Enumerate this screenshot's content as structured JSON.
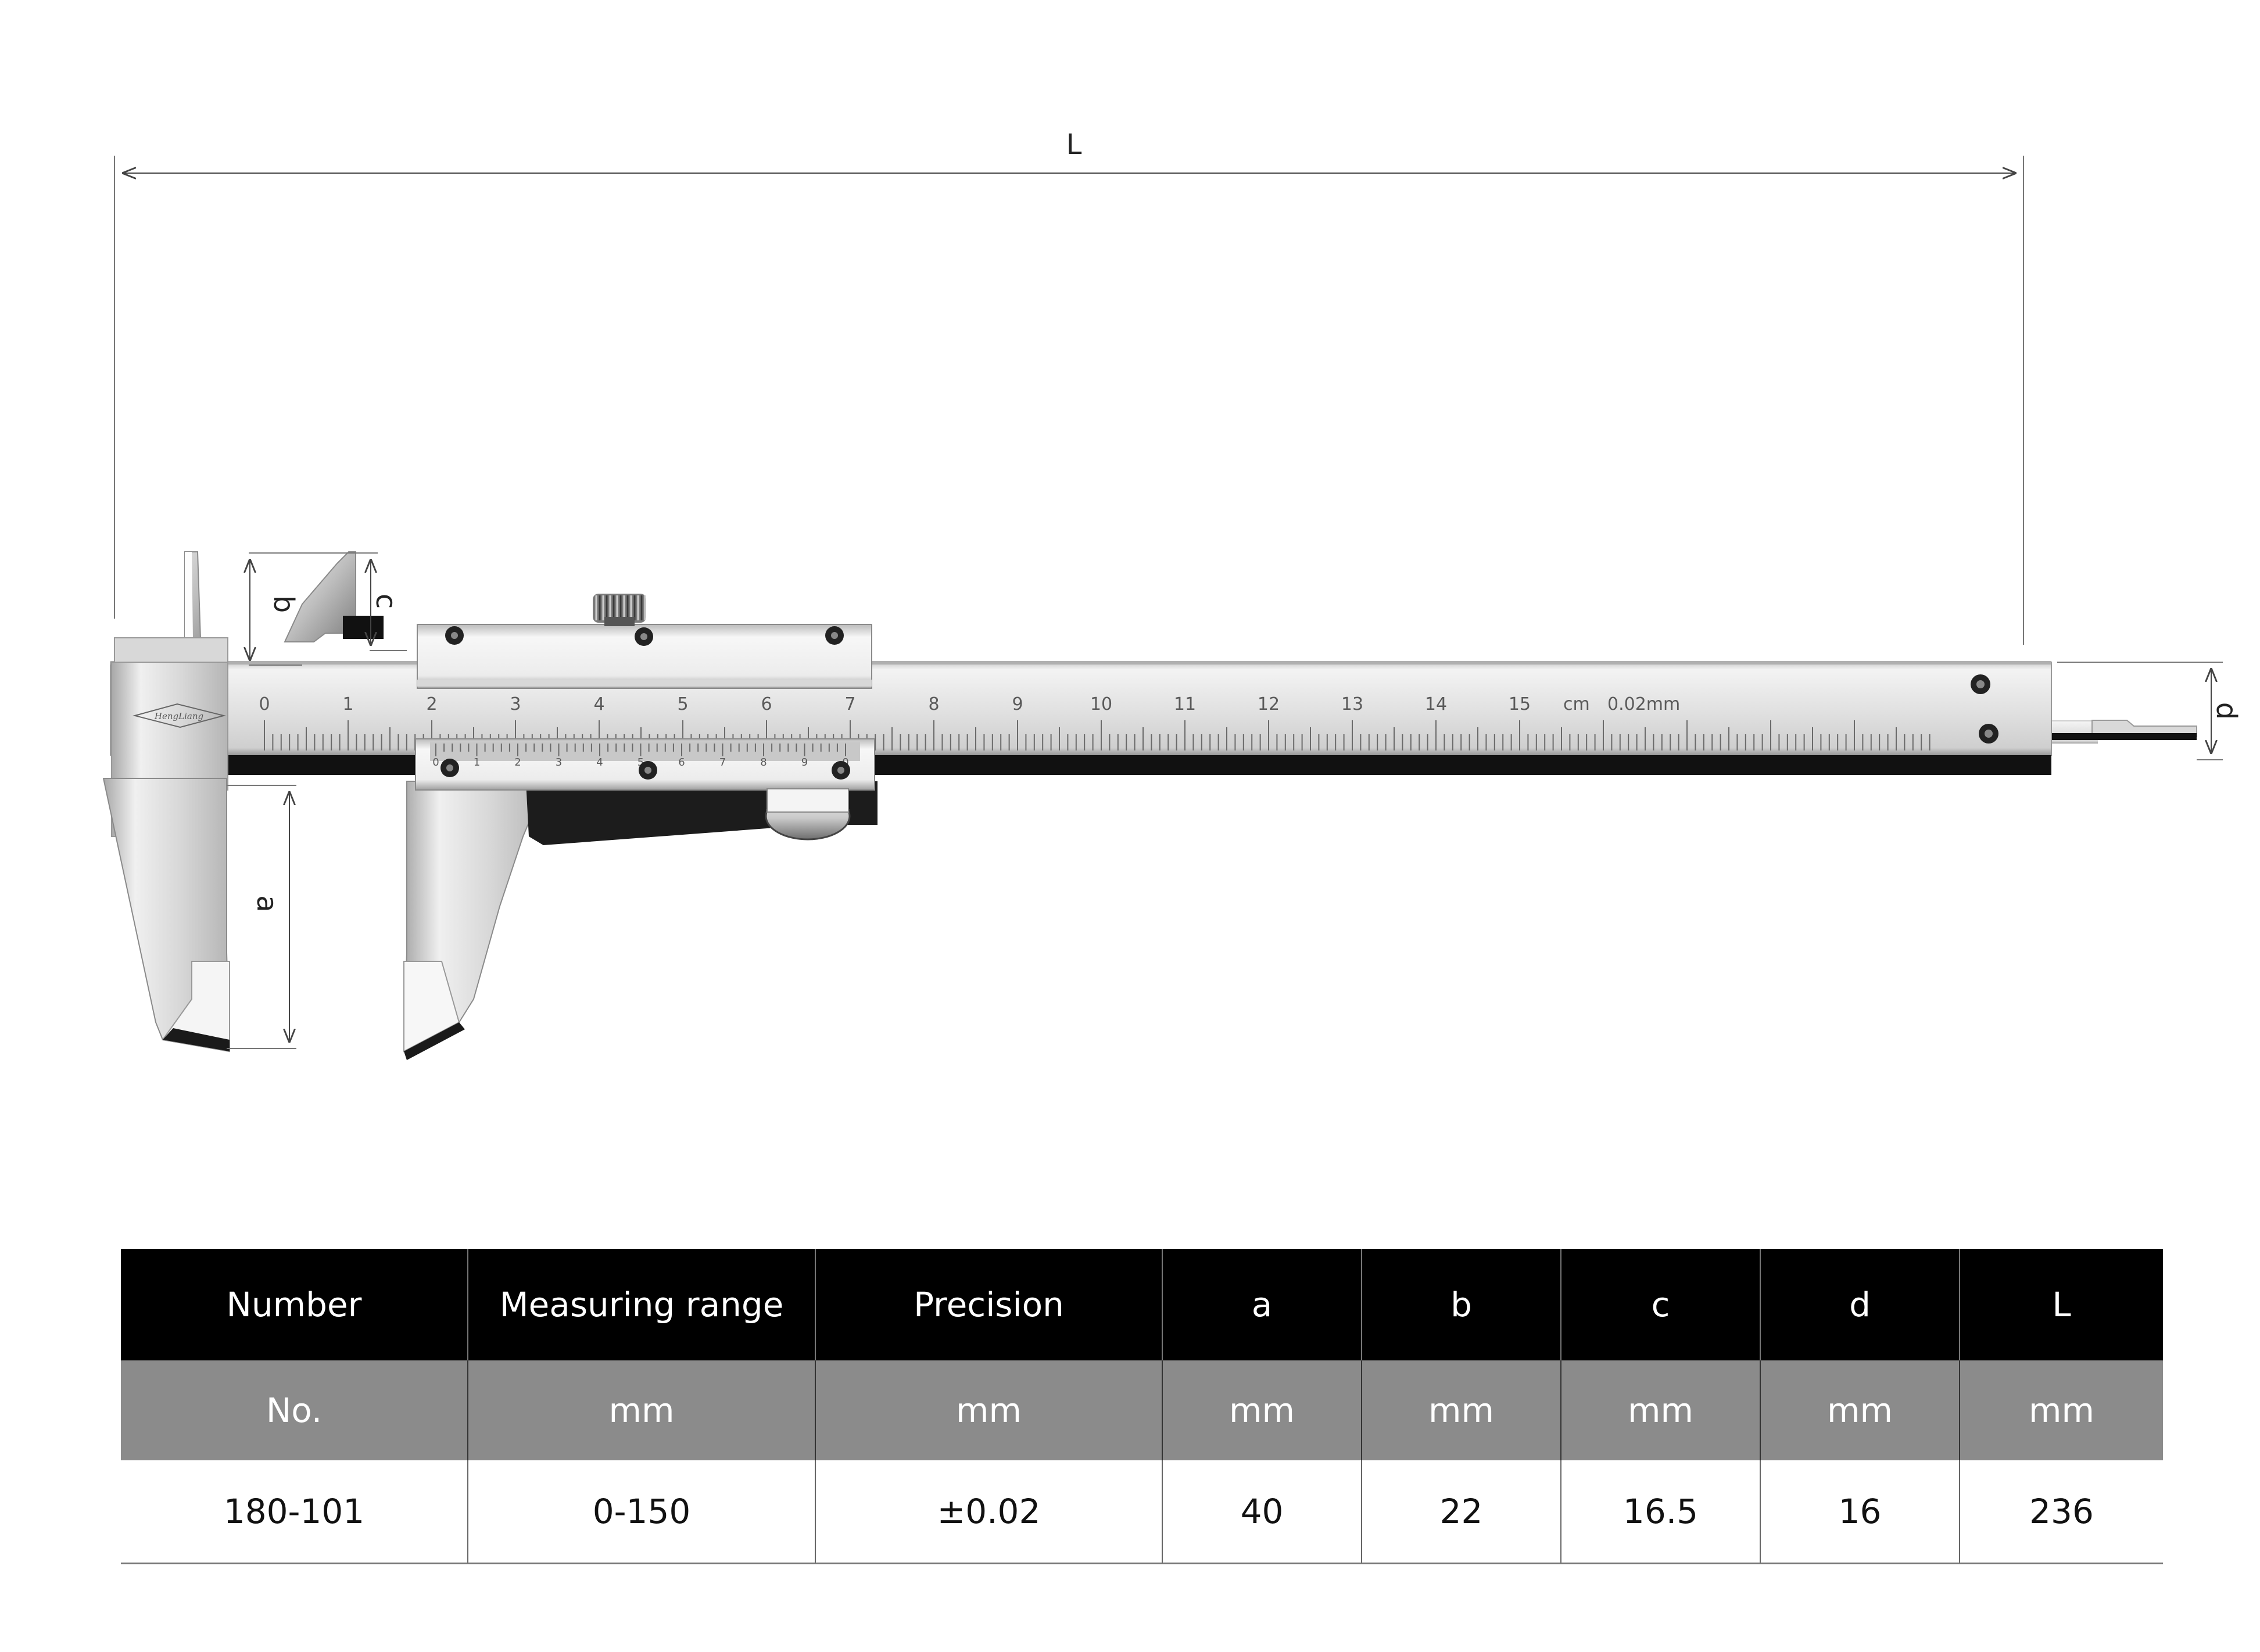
{
  "dimension_labels": {
    "L": "L",
    "a": "a",
    "b": "b",
    "c": "c",
    "d": "d"
  },
  "main_scale": {
    "numbers": [
      "0",
      "1",
      "2",
      "3",
      "4",
      "5",
      "6",
      "7",
      "8",
      "9",
      "10",
      "11",
      "12",
      "13",
      "14",
      "15"
    ],
    "unit": "cm",
    "resolution": "0.02mm"
  },
  "vernier_scale": {
    "numbers": [
      "0",
      "1",
      "2",
      "3",
      "4",
      "5",
      "6",
      "7",
      "8",
      "9",
      "0"
    ]
  },
  "brand": "HengLiang",
  "table": {
    "headers": [
      "Number",
      "Measuring range",
      "Precision",
      "a",
      "b",
      "c",
      "d",
      "L"
    ],
    "units": [
      "No.",
      "mm",
      "mm",
      "mm",
      "mm",
      "mm",
      "mm",
      "mm"
    ],
    "rows": [
      [
        "180-101",
        "0-150",
        "±0.02",
        "40",
        "22",
        "16.5",
        "16",
        "236"
      ]
    ]
  },
  "colors": {
    "header_bg": "#000000",
    "unit_row_bg": "#8b8b8b",
    "steel_light": "#ededed",
    "steel_dark": "#8a8a8a",
    "shadow_black": "#111111"
  }
}
